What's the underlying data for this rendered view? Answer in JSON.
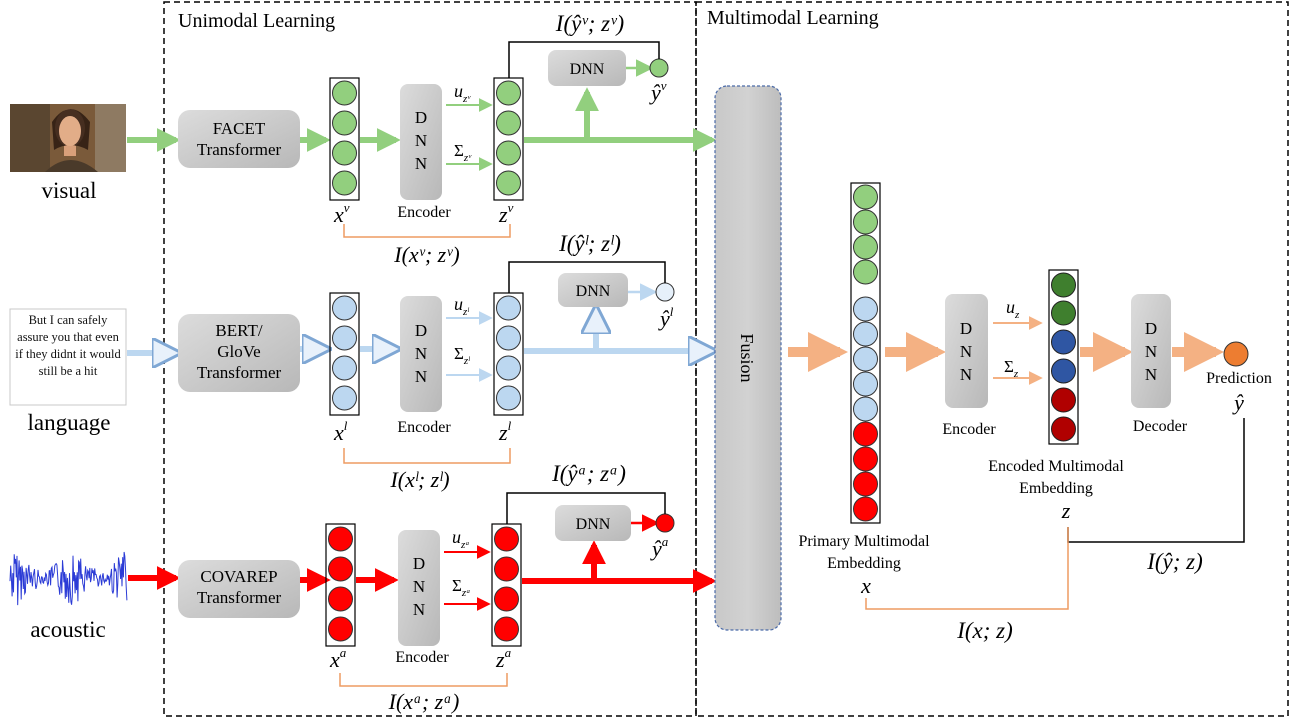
{
  "sections": {
    "unimodal_title": "Unimodal Learning",
    "multimodal_title": "Multimodal Learning"
  },
  "modalities": {
    "visual": {
      "label": "visual",
      "transformer_line1": "FACET",
      "transformer_line2": "Transformer",
      "x_label": "x",
      "x_sup": "v",
      "z_label": "z",
      "z_sup": "v",
      "mi_input": "I(xᵛ; zᵛ)",
      "mi_output": "I(ŷᵛ; zᵛ)",
      "u_label": "u",
      "u_sub": "zᵛ",
      "sigma_label": "Σ",
      "sigma_sub": "zᵛ",
      "yhat": "ŷ",
      "yhat_sup": "v"
    },
    "language": {
      "label": "language",
      "transformer_line1": "BERT/",
      "transformer_line2": "GloVe",
      "transformer_line3": "Transformer",
      "x_label": "x",
      "x_sup": "l",
      "z_label": "z",
      "z_sup": "l",
      "mi_input": "I(xˡ; zˡ)",
      "mi_output": "I(ŷˡ; zˡ)",
      "u_label": "u",
      "u_sub": "zˡ",
      "sigma_label": "Σ",
      "sigma_sub": "zˡ",
      "yhat": "ŷ",
      "yhat_sup": "l",
      "sample_text": "But I can safely assure you that even if they didnt it would still be a hit"
    },
    "acoustic": {
      "label": "acoustic",
      "transformer_line1": "COVAREP",
      "transformer_line2": "Transformer",
      "x_label": "x",
      "x_sup": "a",
      "z_label": "z",
      "z_sup": "a",
      "mi_input": "I(xᵃ; zᵃ)",
      "mi_output": "I(ŷᵃ; zᵃ)",
      "u_label": "u",
      "u_sub": "zᵃ",
      "sigma_label": "Σ",
      "sigma_sub": "zᵃ",
      "yhat": "ŷ",
      "yhat_sup": "a"
    }
  },
  "common": {
    "dnn_letters": [
      "D",
      "N",
      "N"
    ],
    "dnn_label": "DNN",
    "encoder_label": "Encoder",
    "decoder_label": "Decoder"
  },
  "multimodal": {
    "fusion_label": "Fusion",
    "primary_line1": "Primary Multimodal",
    "primary_line2": "Embedding",
    "primary_var": "x",
    "encoded_line1": "Encoded Multimodal",
    "encoded_line2": "Embedding",
    "encoded_var": "z",
    "u_label": "u",
    "u_sub": "z",
    "sigma_label": "Σ",
    "sigma_sub": "z",
    "prediction_label": "Prediction",
    "prediction_var": "ŷ",
    "mi_xz": "I(x; z)",
    "mi_yz": "I(ŷ; z)"
  },
  "colors": {
    "visual": "#92cf7e",
    "language": "#bcd7f0",
    "acoustic": "#ff0000",
    "fusion_arrow": "#f4b183",
    "encoded_green": "#3f7f2e",
    "encoded_blue": "#2f56a3",
    "encoded_red": "#b00000",
    "prediction": "#ed7d31",
    "bracket": "#ed9b62"
  }
}
